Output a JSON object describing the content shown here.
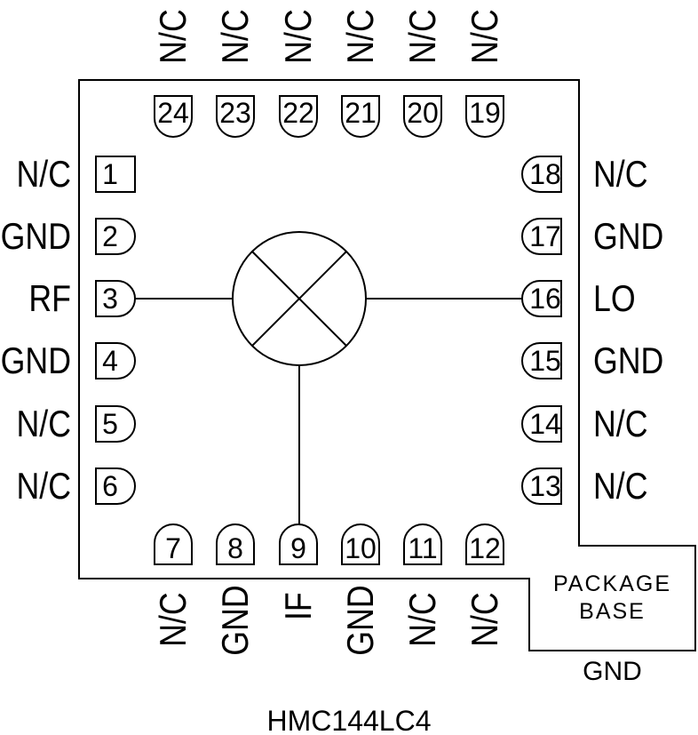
{
  "diagram_title": "HMC144LC4",
  "colors": {
    "line": "#000000",
    "background": "#ffffff"
  },
  "mixer_symbol": "circled-x-mixer",
  "package_base": {
    "line1": "PACKAGE",
    "line2": "BASE",
    "ground_label": "GND"
  },
  "pins": {
    "top": [
      {
        "number": "24",
        "label": "N/C"
      },
      {
        "number": "23",
        "label": "N/C"
      },
      {
        "number": "22",
        "label": "N/C"
      },
      {
        "number": "21",
        "label": "N/C"
      },
      {
        "number": "20",
        "label": "N/C"
      },
      {
        "number": "19",
        "label": "N/C"
      }
    ],
    "left": [
      {
        "number": "1",
        "label": "N/C"
      },
      {
        "number": "2",
        "label": "GND"
      },
      {
        "number": "3",
        "label": "RF"
      },
      {
        "number": "4",
        "label": "GND"
      },
      {
        "number": "5",
        "label": "N/C"
      },
      {
        "number": "6",
        "label": "N/C"
      }
    ],
    "right": [
      {
        "number": "18",
        "label": "N/C"
      },
      {
        "number": "17",
        "label": "GND"
      },
      {
        "number": "16",
        "label": "LO"
      },
      {
        "number": "15",
        "label": "GND"
      },
      {
        "number": "14",
        "label": "N/C"
      },
      {
        "number": "13",
        "label": "N/C"
      }
    ],
    "bottom": [
      {
        "number": "7",
        "label": "N/C"
      },
      {
        "number": "8",
        "label": "GND"
      },
      {
        "number": "9",
        "label": "IF"
      },
      {
        "number": "10",
        "label": "GND"
      },
      {
        "number": "11",
        "label": "N/C"
      },
      {
        "number": "12",
        "label": "N/C"
      }
    ]
  }
}
